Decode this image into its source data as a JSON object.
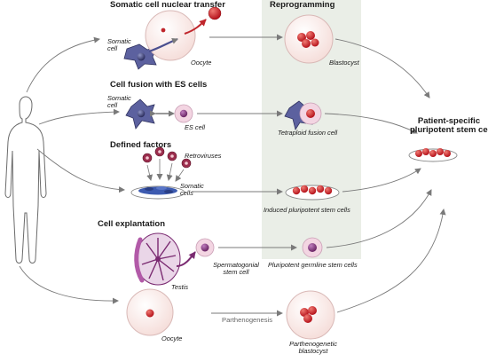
{
  "colors": {
    "reprogramming_band": "#eaeee7",
    "arrow": "#7a7a7a",
    "cell_outline": "#d9b9b7",
    "cell_fill": "#fbe9e6",
    "nucleus_red": "#c0262c",
    "somatic_blue": "#44477c",
    "testis_purple": "#7a2a71"
  },
  "sections": {
    "scnt": "Somatic cell nuclear transfer",
    "fusion": "Cell fusion with ES cells",
    "defined": "Defined factors",
    "explant": "Cell explantation"
  },
  "reprogramming": "Reprogramming",
  "result": {
    "line1": "Patient-specific",
    "line2": "pluripotent stem cells"
  },
  "labels": {
    "somatic_cell_1": "Somatic cell",
    "oocyte_1": "Oocyte",
    "blastocyst": "Blastocyst",
    "somatic_cell_2": "Somatic cell",
    "es_cell": "ES cell",
    "tetraploid": "Tetraploid fusion cell",
    "retroviruses": "Retroviruses",
    "somatic_cells": "Somatic cells",
    "ips": "Induced pluripotent stem cells",
    "testis": "Testis",
    "spermatogonial": "Spermatogonial stem cell",
    "germline": "Pluripotent germline stem cells",
    "oocyte_2": "Oocyte",
    "parthenogenesis": "Parthenogenesis",
    "parth_blast": "Parthenogenetic blastocyst"
  }
}
